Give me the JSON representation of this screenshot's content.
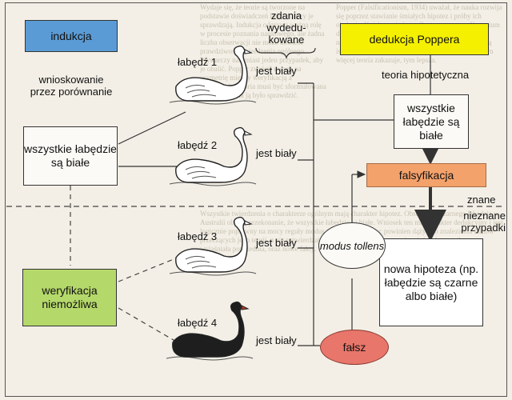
{
  "boxes": {
    "induction": "indukcja",
    "popper": "dedukcja Poppera",
    "all_white_left": "wszystkie łabędzie są białe",
    "all_white_right": "wszystkie łabędzie są białe",
    "verification": "weryfikacja niemożliwa",
    "falsification": "falsyfikacja",
    "new_hypothesis": "nowa hipoteza (np. łabędzie są czarne albo białe)",
    "modus_tollens": "modus tollens",
    "false": "fałsz"
  },
  "labels": {
    "comparison": "wnioskowanie przez porównanie",
    "deduced_sentences": "zdania wydedu-kowane",
    "hypothetical_theory": "teoria hipotetyczna",
    "known": "znane",
    "unknown_cases": "nieznane przypadki"
  },
  "swans": [
    {
      "name": "łabędź 1",
      "predicate": "jest biały",
      "color": "white"
    },
    {
      "name": "łabędź 2",
      "predicate": "jest biały",
      "color": "white"
    },
    {
      "name": "łabędź 3",
      "predicate": "jest biały",
      "color": "white"
    },
    {
      "name": "łabędź 4",
      "predicate": "jest biały",
      "color": "black"
    }
  ],
  "colors": {
    "induction": "#5b9bd5",
    "popper": "#f5f000",
    "falsification": "#f4a26b",
    "verification": "#b5d86a",
    "false": "#e8766a",
    "new_hypothesis": "#ffffff",
    "background": "#f3efe6"
  }
}
